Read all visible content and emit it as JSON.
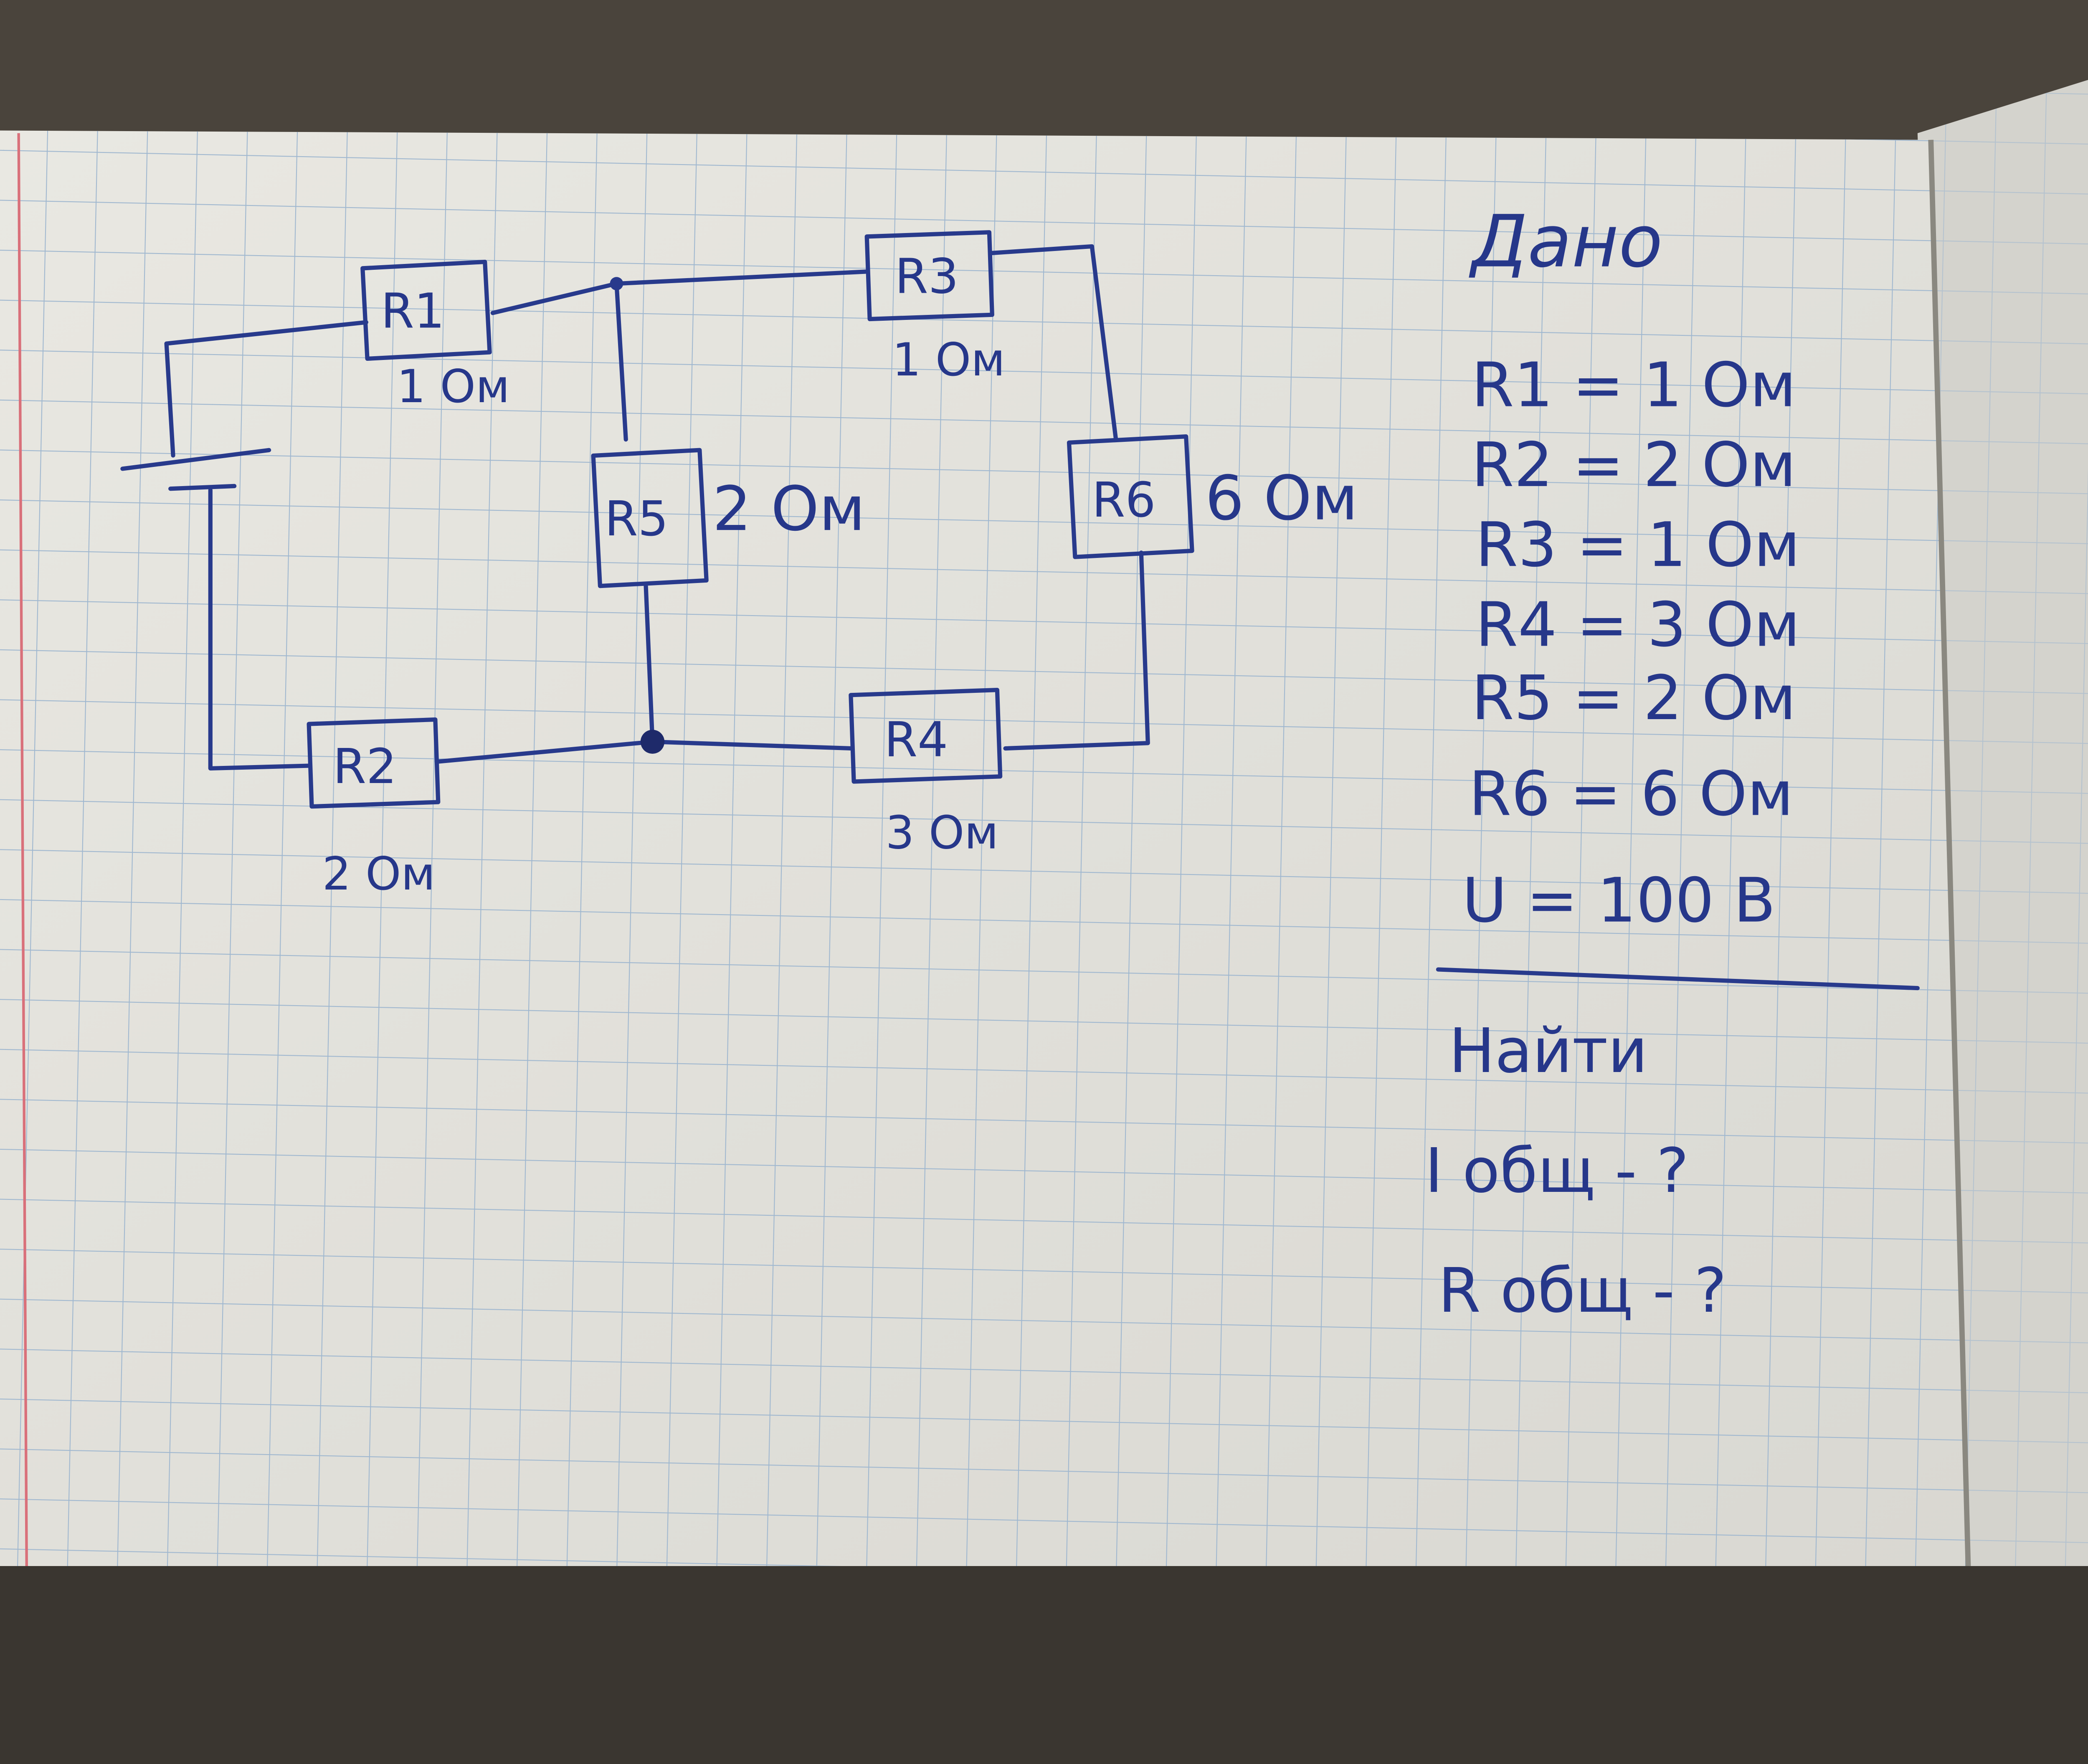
{
  "diagram": {
    "resistors": [
      {
        "id": "R1",
        "label": "R1",
        "value_label": "1 Ом"
      },
      {
        "id": "R2",
        "label": "R2",
        "value_label": "2 Ом"
      },
      {
        "id": "R3",
        "label": "R3",
        "value_label": "1 Ом"
      },
      {
        "id": "R4",
        "label": "R4",
        "value_label": "3 Ом"
      },
      {
        "id": "R5",
        "label": "R5",
        "value_label": "2 Ом"
      },
      {
        "id": "R6",
        "label": "R6",
        "value_label": "6 Ом"
      }
    ],
    "ink_color": "#283a8c"
  },
  "given": {
    "title": "Дано",
    "items": [
      "R1 = 1 Ом",
      "R2 = 2 Ом",
      "R3 = 1 Ом",
      "R4 = 3 Ом",
      "R5 = 2 Ом",
      "R6 = 6 Ом",
      "U = 100 В"
    ]
  },
  "find": {
    "title": "Найти",
    "items": [
      "I общ - ?",
      "R общ - ?"
    ]
  }
}
